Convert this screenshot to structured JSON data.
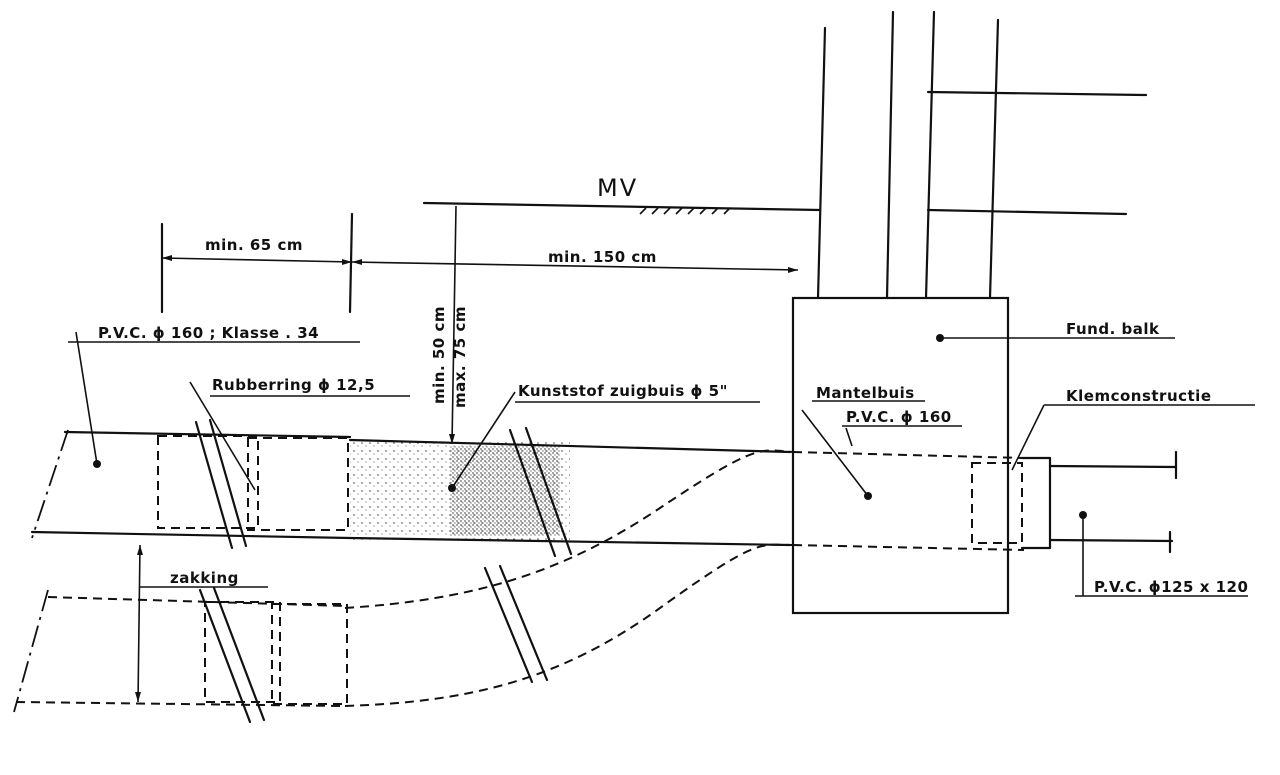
{
  "labels": {
    "ground_level": "MV",
    "dim_min65": "min. 65 cm",
    "dim_min150": "min. 150 cm",
    "depth_min": "min. 50 cm",
    "depth_max": "max. 75 cm",
    "pvc_160_class": "P.V.C. ϕ 160 ; Klasse . 34",
    "rubberring": "Rubberring ϕ 12,5",
    "kunststof": "Kunststof zuigbuis ϕ 5\"",
    "mantelbuis": "Mantelbuis",
    "mantel_pvc": "P.V.C. ϕ 160",
    "fund_balk": "Fund. balk",
    "klemconstructie": "Klemconstructie",
    "pvc_125": "P.V.C. ϕ125 x 120",
    "zakking": "zakking"
  }
}
